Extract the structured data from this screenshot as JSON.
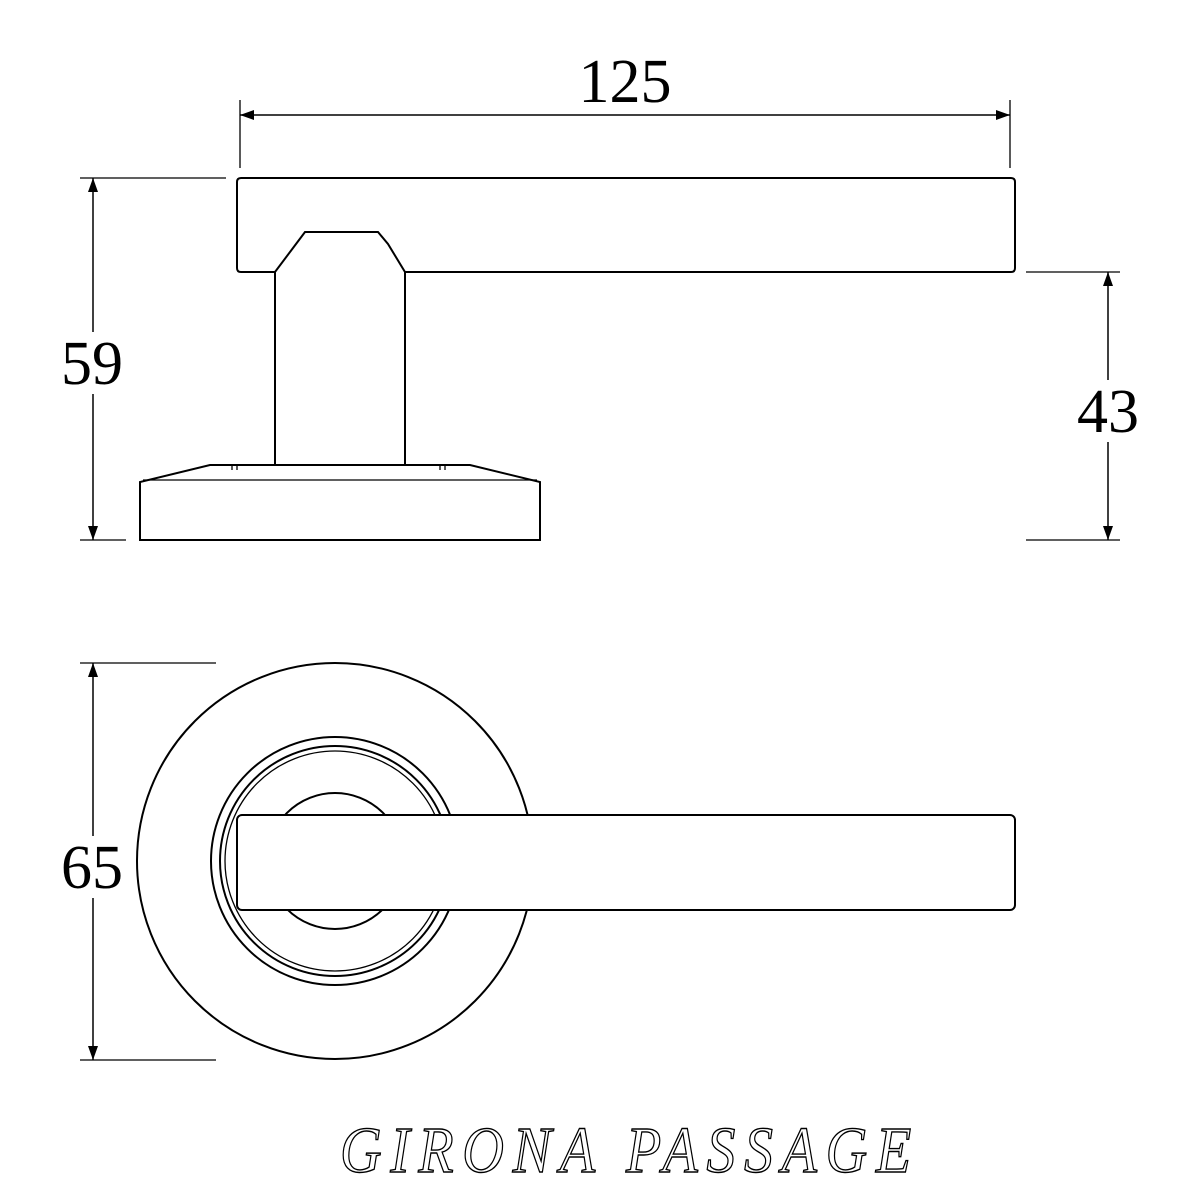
{
  "dimensions": {
    "length": "125",
    "height": "59",
    "lever_height": "43",
    "rose_diameter": "65"
  },
  "title": "GIRONA PASSAGE",
  "colors": {
    "line": "#000000",
    "background": "#ffffff"
  }
}
